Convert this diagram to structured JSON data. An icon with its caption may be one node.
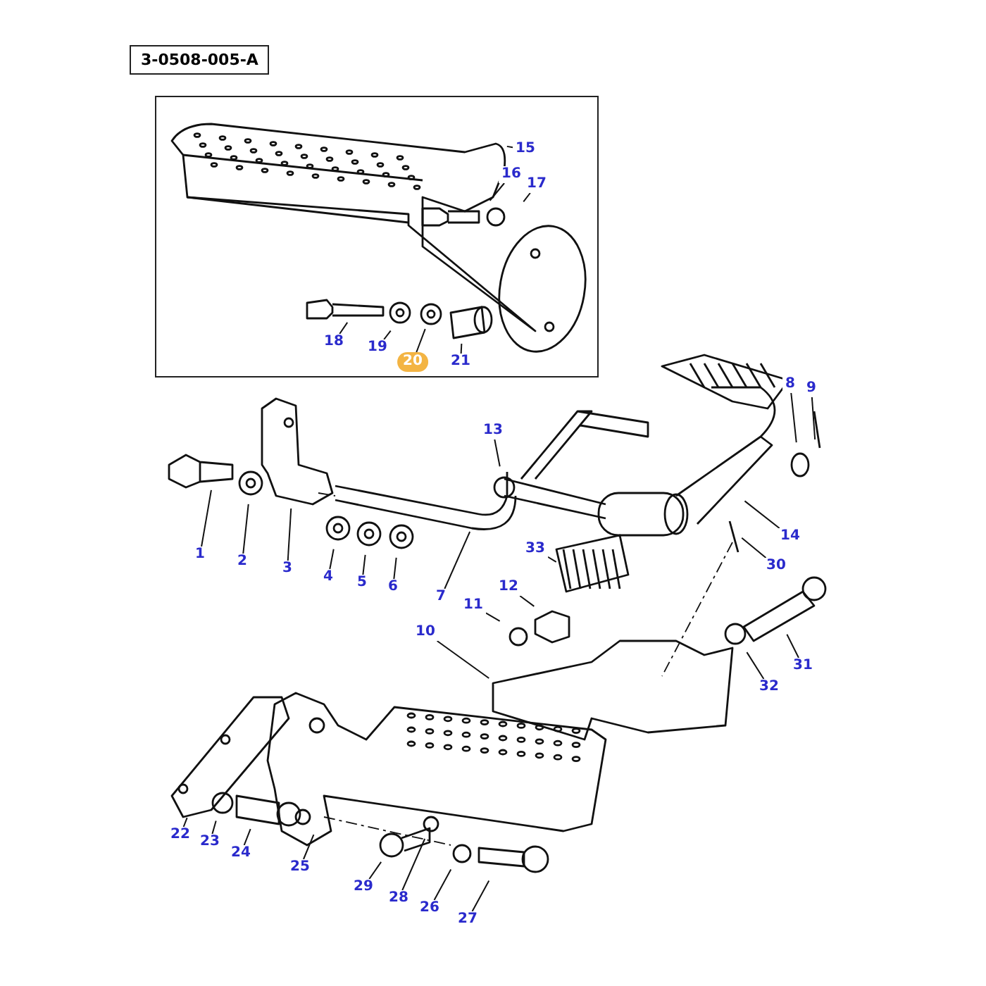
{
  "diagram": {
    "nodes": [
      {
        "text": [
          "3-0508-005-A"
        ]
      },
      {
        "text": [],
        "shape": "box"
      },
      {
        "text": [
          "15"
        ],
        "in": 1
      },
      {
        "text": [
          "16"
        ],
        "in": 1
      },
      {
        "text": [
          "17"
        ],
        "in": 1
      },
      {
        "text": [
          "18"
        ],
        "in": 1
      },
      {
        "text": [
          "19"
        ],
        "in": 1
      },
      {
        "text": [
          "20"
        ],
        "in": 1
      },
      {
        "text": [
          "21"
        ],
        "in": 1
      },
      {
        "text": [
          "8"
        ]
      },
      {
        "text": [
          "9"
        ]
      },
      {
        "text": [
          "13"
        ]
      },
      {
        "text": [
          "14"
        ]
      },
      {
        "text": [
          "33"
        ]
      },
      {
        "text": [
          "1"
        ]
      },
      {
        "text": [
          "2"
        ]
      },
      {
        "text": [
          "3"
        ]
      },
      {
        "text": [
          "30"
        ]
      },
      {
        "text": [
          "4"
        ]
      },
      {
        "text": [
          "5"
        ]
      },
      {
        "text": [
          "6"
        ]
      },
      {
        "text": [
          "12"
        ]
      },
      {
        "text": [
          "7"
        ]
      },
      {
        "text": [
          "11"
        ]
      },
      {
        "text": [
          "10"
        ]
      },
      {
        "text": [
          "31"
        ]
      },
      {
        "text": [
          "32"
        ]
      },
      {
        "text": [
          "22"
        ]
      },
      {
        "text": [
          "23"
        ]
      },
      {
        "text": [
          "24"
        ]
      },
      {
        "text": [
          "25"
        ]
      },
      {
        "text": [
          "29"
        ]
      },
      {
        "text": [
          "28"
        ]
      },
      {
        "text": [
          "26"
        ]
      },
      {
        "text": [
          "27"
        ]
      }
    ],
    "edges": [
      {
        "from": 2,
        "to": null,
        "arrow": "none"
      },
      {
        "from": 3,
        "to": null,
        "arrow": "none"
      },
      {
        "from": 4,
        "to": null,
        "arrow": "none"
      },
      {
        "from": 5,
        "to": null,
        "arrow": "none"
      },
      {
        "from": 6,
        "to": null,
        "arrow": "none"
      },
      {
        "from": 7,
        "to": null,
        "arrow": "none"
      },
      {
        "from": 8,
        "to": null,
        "arrow": "none"
      },
      {
        "from": 9,
        "to": null,
        "arrow": "none"
      },
      {
        "from": 10,
        "to": null,
        "arrow": "none"
      },
      {
        "from": 11,
        "to": null,
        "arrow": "none"
      },
      {
        "from": 12,
        "to": null,
        "arrow": "none"
      },
      {
        "from": 13,
        "to": null,
        "arrow": "none"
      },
      {
        "from": 14,
        "to": null,
        "arrow": "none"
      },
      {
        "from": 15,
        "to": null,
        "arrow": "none"
      },
      {
        "from": 16,
        "to": null,
        "arrow": "none"
      },
      {
        "from": 17,
        "to": null,
        "arrow": "none"
      },
      {
        "from": 18,
        "to": null,
        "arrow": "none"
      },
      {
        "from": 19,
        "to": null,
        "arrow": "none"
      },
      {
        "from": 20,
        "to": null,
        "arrow": "none"
      },
      {
        "from": 21,
        "to": null,
        "arrow": "none"
      },
      {
        "from": 22,
        "to": null,
        "arrow": "none"
      },
      {
        "from": 23,
        "to": null,
        "arrow": "none"
      },
      {
        "from": 24,
        "to": null,
        "arrow": "none"
      },
      {
        "from": 25,
        "to": null,
        "arrow": "none"
      },
      {
        "from": 26,
        "to": null,
        "arrow": "none"
      },
      {
        "from": 27,
        "to": null,
        "arrow": "none"
      },
      {
        "from": 28,
        "to": null,
        "arrow": "none"
      },
      {
        "from": 29,
        "to": null,
        "arrow": "none"
      },
      {
        "from": 30,
        "to": null,
        "arrow": "none"
      },
      {
        "from": 31,
        "to": null,
        "arrow": "none"
      },
      {
        "from": 32,
        "to": null,
        "arrow": "none"
      },
      {
        "from": 33,
        "to": null,
        "arrow": "none"
      },
      {
        "from": 34,
        "to": null,
        "arrow": "none"
      }
    ]
  }
}
